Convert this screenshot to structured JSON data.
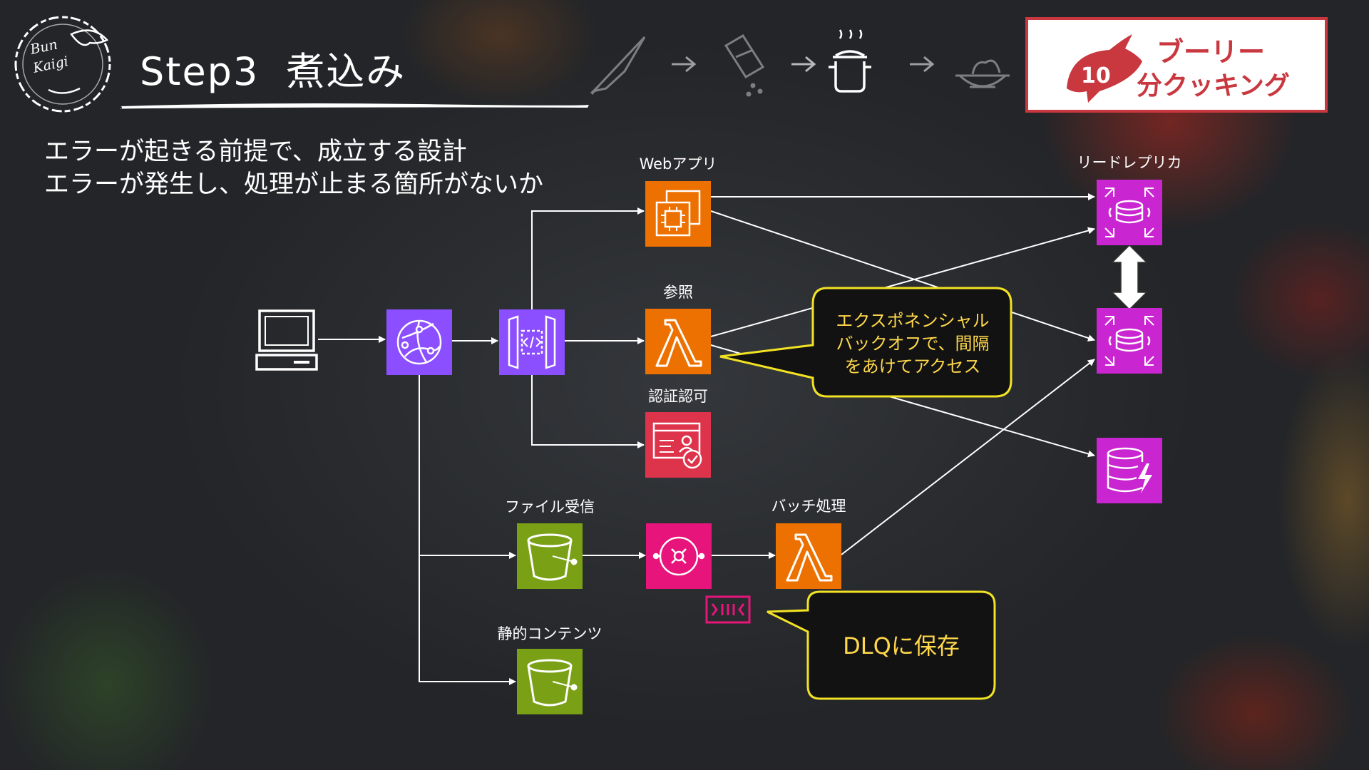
{
  "slide": {
    "step": "Step3",
    "title": "煮込み",
    "subtitle_lines": [
      "エラーが起きる前提で、成立する設計",
      "エラーが発生し、処理が止まる箇所がないか"
    ],
    "logo": {
      "lines": [
        "Bun",
        "Kaigi"
      ]
    },
    "brand": {
      "number": "10",
      "line1": "ブーリー",
      "line2": "分クッキング"
    }
  },
  "diagram": {
    "labels": {
      "webapp": "Webアプリ",
      "reference": "参照",
      "auth": "認証認可",
      "file_receive": "ファイル受信",
      "batch": "バッチ処理",
      "static": "静的コンテンツ",
      "read_replica": "リードレプリカ"
    },
    "callouts": {
      "backoff": [
        "エクスポネンシャル",
        "バックオフで、間隔",
        "をあけてアクセス"
      ],
      "dlq": "DLQに保存"
    },
    "colors": {
      "purple": "#8c4fff",
      "orange": "#ed7100",
      "red": "#dd344c",
      "green": "#7aa116",
      "pink": "#e7157b",
      "magenta": "#c925d1",
      "callout_border": "#f2e224",
      "callout_text": "#ffd84a",
      "brand_red": "#c9373f"
    },
    "icons": [
      "laptop-icon",
      "cloudfront-icon",
      "api-gateway-icon",
      "ec2-icon",
      "lambda-icon",
      "cognito-icon",
      "s3-bucket-icon",
      "eventbridge-icon",
      "rds-icon",
      "dynamodb-icon",
      "sqs-queue-icon",
      "knife-icon",
      "shaker-icon",
      "pot-icon",
      "plate-icon"
    ]
  }
}
